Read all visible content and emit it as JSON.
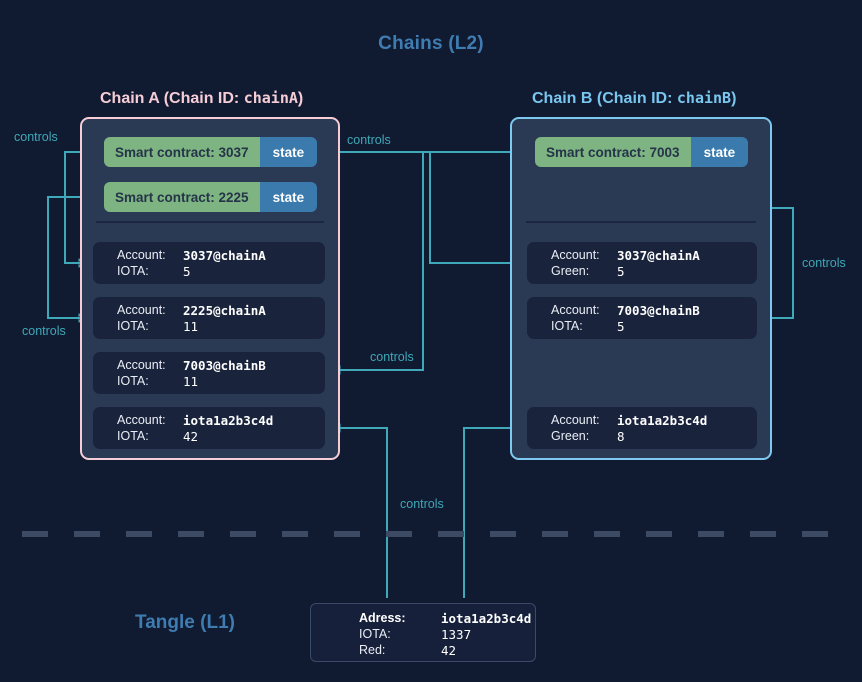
{
  "layers": {
    "l2_title": "Chains (L2)",
    "l1_title": "Tangle (L1)"
  },
  "chains": [
    {
      "id": "chainA",
      "title_prefix": "Chain A (Chain ID: ",
      "title_id": "chainA",
      "title_suffix": ")",
      "accent": "#f6cdd6",
      "contracts": [
        {
          "label": "Smart contract: 3037",
          "state_label": "state"
        },
        {
          "label": "Smart contract: 2225",
          "state_label": "state"
        }
      ],
      "accounts": [
        {
          "key1": "Account:",
          "val1": "3037@chainA",
          "key2": "IOTA:",
          "val2": "5"
        },
        {
          "key1": "Account:",
          "val1": "2225@chainA",
          "key2": "IOTA:",
          "val2": "11"
        },
        {
          "key1": "Account:",
          "val1": "7003@chainB",
          "key2": "IOTA:",
          "val2": "11"
        },
        {
          "key1": "Account:",
          "val1": "iota1a2b3c4d",
          "key2": "IOTA:",
          "val2": "42"
        }
      ]
    },
    {
      "id": "chainB",
      "title_prefix": "Chain B (Chain ID: ",
      "title_id": "chainB",
      "title_suffix": ")",
      "accent": "#7ec9f0",
      "contracts": [
        {
          "label": "Smart contract: 7003",
          "state_label": "state"
        }
      ],
      "accounts": [
        {
          "key1": "Account:",
          "val1": "3037@chainA",
          "key2": "Green:",
          "val2": "5"
        },
        {
          "key1": "Account:",
          "val1": "7003@chainB",
          "key2": "IOTA:",
          "val2": "5"
        },
        {
          "key1": "Account:",
          "val1": "iota1a2b3c4d",
          "key2": "Green:",
          "val2": "8"
        }
      ]
    }
  ],
  "tangle_address": {
    "key1": "Adress:",
    "val1": "iota1a2b3c4d",
    "key2": "IOTA:",
    "val2": "1337",
    "key3": "Red:",
    "val3": "42"
  },
  "connector_labels": {
    "left_top": "controls",
    "left_bottom": "controls",
    "mid_top": "controls",
    "mid_bottom": "controls",
    "right": "controls",
    "bottom": "controls"
  },
  "colors": {
    "background": "#101a30",
    "panel": "#2a3954",
    "card": "#19233c",
    "contract_green": "#7db481",
    "state_blue": "#3a7aad",
    "wire": "#3fa9b9",
    "chainA_accent": "#f6cdd6",
    "chainB_accent": "#7ec9f0",
    "heading": "#3e7cb1"
  }
}
